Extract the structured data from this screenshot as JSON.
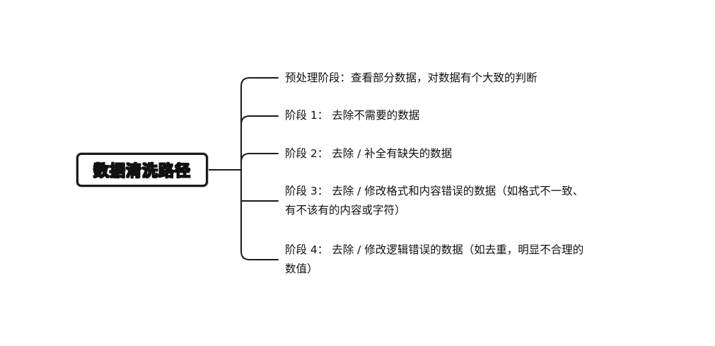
{
  "root": {
    "label": "数据清洗路径"
  },
  "branches": [
    {
      "lines": [
        "预处理阶段：查看部分数据，对数据有个大致的判断"
      ]
    },
    {
      "lines": [
        "阶段 1： 去除不需要的数据"
      ]
    },
    {
      "lines": [
        "阶段 2： 去除 / 补全有缺失的数据"
      ]
    },
    {
      "lines": [
        "阶段 3： 去除 / 修改格式和内容错误的数据（如格式不一致、",
        "有不该有的内容或字符）"
      ]
    },
    {
      "lines": [
        "阶段 4： 去除 / 修改逻辑错误的数据（如去重，明显不合理的",
        "数值）"
      ]
    }
  ],
  "colors": {
    "connector": "#1a1a1a",
    "text": "#111111",
    "node_border": "#1a1a1a"
  }
}
